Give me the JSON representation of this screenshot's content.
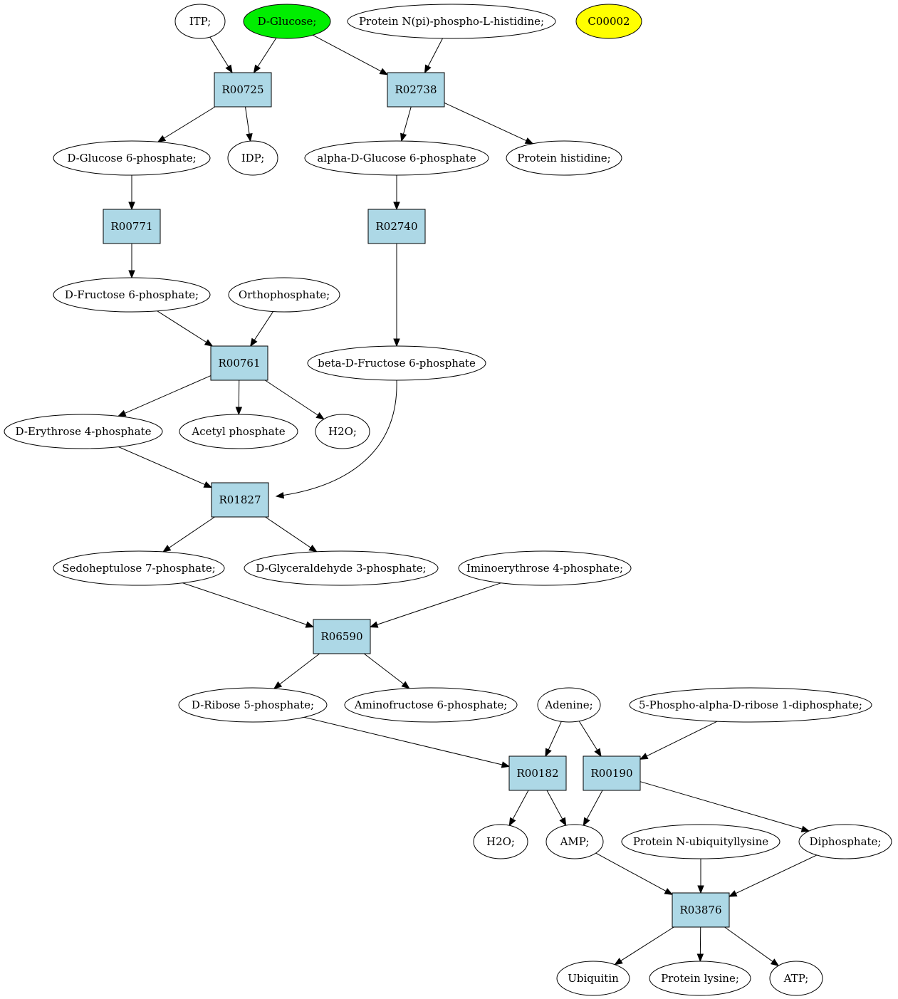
{
  "colors": {
    "reaction": "#add8e6",
    "compound": "#ffffff",
    "highlight_green": "#00ee00",
    "highlight_yellow": "#ffff00"
  },
  "reactions": [
    {
      "id": "R00725",
      "label": "R00725"
    },
    {
      "id": "R02738",
      "label": "R02738"
    },
    {
      "id": "R00771",
      "label": "R00771"
    },
    {
      "id": "R02740",
      "label": "R02740"
    },
    {
      "id": "R00761",
      "label": "R00761"
    },
    {
      "id": "R01827",
      "label": "R01827"
    },
    {
      "id": "R06590",
      "label": "R06590"
    },
    {
      "id": "R00182",
      "label": "R00182"
    },
    {
      "id": "R00190",
      "label": "R00190"
    },
    {
      "id": "R03876",
      "label": "R03876"
    }
  ],
  "compounds": [
    {
      "id": "itp",
      "label": "ITP;"
    },
    {
      "id": "dglucose",
      "label": "D-Glucose;",
      "color": "#00ee00"
    },
    {
      "id": "protnpi",
      "label": "Protein N(pi)-phospho-L-histidine;"
    },
    {
      "id": "c00002",
      "label": "C00002",
      "color": "#ffff00"
    },
    {
      "id": "g6p",
      "label": "D-Glucose 6-phosphate;"
    },
    {
      "id": "idp",
      "label": "IDP;"
    },
    {
      "id": "ag6p",
      "label": "alpha-D-Glucose 6-phosphate"
    },
    {
      "id": "prothis",
      "label": "Protein histidine;"
    },
    {
      "id": "f6p",
      "label": "D-Fructose 6-phosphate;"
    },
    {
      "id": "ortho",
      "label": "Orthophosphate;"
    },
    {
      "id": "bf6p",
      "label": "beta-D-Fructose 6-phosphate"
    },
    {
      "id": "e4p",
      "label": "D-Erythrose 4-phosphate"
    },
    {
      "id": "acetylp",
      "label": "Acetyl phosphate"
    },
    {
      "id": "h2o1",
      "label": "H2O;"
    },
    {
      "id": "s7p",
      "label": "Sedoheptulose 7-phosphate;"
    },
    {
      "id": "ga3p",
      "label": "D-Glyceraldehyde 3-phosphate;"
    },
    {
      "id": "imino",
      "label": "Iminoerythrose 4-phosphate;"
    },
    {
      "id": "r5p",
      "label": "D-Ribose 5-phosphate;"
    },
    {
      "id": "aminof6p",
      "label": "Aminofructose 6-phosphate;"
    },
    {
      "id": "adenine",
      "label": "Adenine;"
    },
    {
      "id": "prpp",
      "label": "5-Phospho-alpha-D-ribose 1-diphosphate;"
    },
    {
      "id": "h2o2",
      "label": "H2O;"
    },
    {
      "id": "amp",
      "label": "AMP;"
    },
    {
      "id": "protnub",
      "label": "Protein N-ubiquityllysine"
    },
    {
      "id": "diphos",
      "label": "Diphosphate;"
    },
    {
      "id": "ubiquitin",
      "label": "Ubiquitin"
    },
    {
      "id": "protlys",
      "label": "Protein lysine;"
    },
    {
      "id": "atp",
      "label": "ATP;"
    }
  ],
  "edges": [
    [
      "itp",
      "R00725"
    ],
    [
      "dglucose",
      "R00725"
    ],
    [
      "dglucose",
      "R02738"
    ],
    [
      "protnpi",
      "R02738"
    ],
    [
      "R00725",
      "g6p"
    ],
    [
      "R00725",
      "idp"
    ],
    [
      "R02738",
      "ag6p"
    ],
    [
      "R02738",
      "prothis"
    ],
    [
      "g6p",
      "R00771"
    ],
    [
      "ag6p",
      "R02740"
    ],
    [
      "R00771",
      "f6p"
    ],
    [
      "R02740",
      "bf6p"
    ],
    [
      "f6p",
      "R00761"
    ],
    [
      "ortho",
      "R00761"
    ],
    [
      "R00761",
      "e4p"
    ],
    [
      "R00761",
      "acetylp"
    ],
    [
      "R00761",
      "h2o1"
    ],
    [
      "e4p",
      "R01827"
    ],
    [
      "bf6p",
      "R01827"
    ],
    [
      "R01827",
      "s7p"
    ],
    [
      "R01827",
      "ga3p"
    ],
    [
      "s7p",
      "R06590"
    ],
    [
      "imino",
      "R06590"
    ],
    [
      "R06590",
      "r5p"
    ],
    [
      "R06590",
      "aminof6p"
    ],
    [
      "r5p",
      "R00182"
    ],
    [
      "adenine",
      "R00182"
    ],
    [
      "adenine",
      "R00190"
    ],
    [
      "prpp",
      "R00190"
    ],
    [
      "R00182",
      "h2o2"
    ],
    [
      "R00182",
      "amp"
    ],
    [
      "R00190",
      "amp"
    ],
    [
      "R00190",
      "diphos"
    ],
    [
      "amp",
      "R03876"
    ],
    [
      "protnub",
      "R03876"
    ],
    [
      "diphos",
      "R03876"
    ],
    [
      "R03876",
      "ubiquitin"
    ],
    [
      "R03876",
      "protlys"
    ],
    [
      "R03876",
      "atp"
    ]
  ]
}
